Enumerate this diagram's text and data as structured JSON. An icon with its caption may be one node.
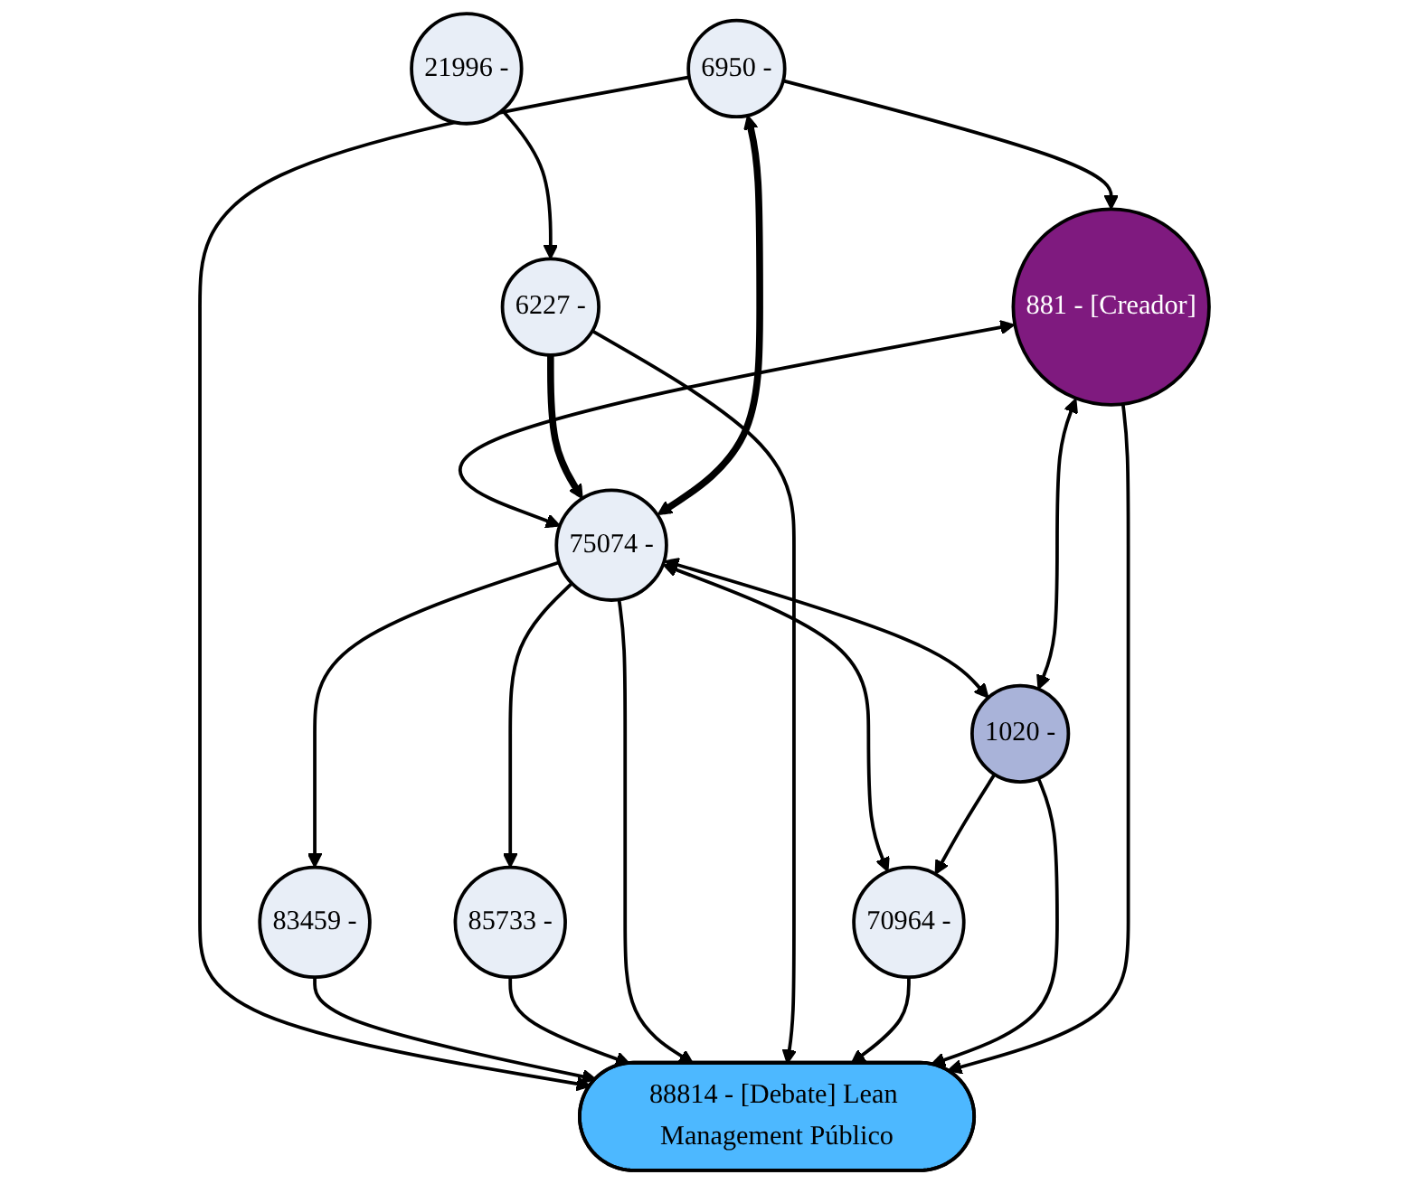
{
  "diagram": {
    "nodes": [
      {
        "text": [
          "6950 -"
        ]
      },
      {
        "text": [
          "75074 -"
        ]
      },
      {
        "text": [
          "6227 -"
        ]
      },
      {
        "text": [
          "21996 -"
        ]
      },
      {
        "text": [
          "83459 -"
        ]
      },
      {
        "text": [
          "88814 - [Debate] Lean Management Público"
        ]
      },
      {
        "text": [
          "85733 -"
        ]
      },
      {
        "text": [
          "70964 -"
        ]
      },
      {
        "text": [
          "881 - [Creador]"
        ]
      },
      {
        "text": [
          "1020 -"
        ]
      }
    ],
    "edges": [
      {
        "from": 1,
        "to": 0,
        "arrow": "both",
        "style": "thick"
      },
      {
        "from": 0,
        "to": 8,
        "arrow": "to"
      },
      {
        "from": 0,
        "to": 5,
        "arrow": "to"
      },
      {
        "from": 1,
        "to": 4,
        "arrow": "to"
      },
      {
        "from": 4,
        "to": 5,
        "arrow": "to"
      },
      {
        "from": 1,
        "to": 6,
        "arrow": "to"
      },
      {
        "from": 6,
        "to": 5,
        "arrow": "to"
      },
      {
        "from": 1,
        "to": 5,
        "arrow": "to"
      },
      {
        "from": 8,
        "to": 1,
        "arrow": "both"
      },
      {
        "from": 2,
        "to": 1,
        "arrow": "to",
        "style": "thick"
      },
      {
        "from": 2,
        "to": 5,
        "arrow": "to"
      },
      {
        "from": 3,
        "to": 2,
        "arrow": "to"
      },
      {
        "from": 1,
        "to": 9,
        "arrow": "both"
      },
      {
        "from": 1,
        "to": 7,
        "arrow": "both"
      },
      {
        "from": 7,
        "to": 5,
        "arrow": "to"
      },
      {
        "from": 9,
        "to": 5,
        "arrow": "to"
      },
      {
        "from": 9,
        "to": 7,
        "arrow": "to"
      },
      {
        "from": 8,
        "to": 5,
        "arrow": "to"
      },
      {
        "from": 8,
        "to": 9,
        "arrow": "both"
      }
    ]
  }
}
